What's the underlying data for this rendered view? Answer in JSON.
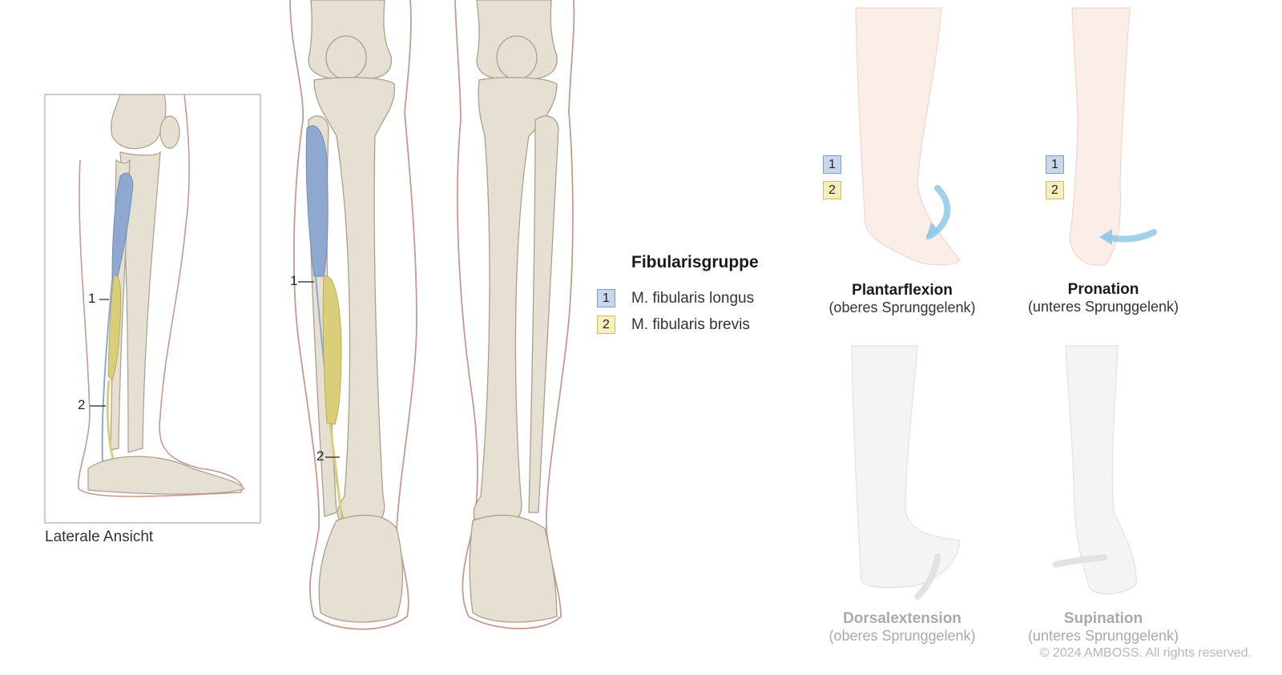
{
  "legend": {
    "title": "Fibularisgruppe",
    "items": [
      {
        "number": "1",
        "label": "M. fibularis longus",
        "color": "#c8d7ec"
      },
      {
        "number": "2",
        "label": "M. fibularis brevis",
        "color": "#f5efbd"
      }
    ]
  },
  "lateral_view": {
    "caption": "Laterale Ansicht",
    "marker_1": "1",
    "marker_2": "2"
  },
  "front_view": {
    "marker_1": "1",
    "marker_2": "2"
  },
  "motions": [
    {
      "title": "Plantarflexion",
      "subtitle": "(oberes Sprunggelenk)",
      "active": true,
      "badges": [
        "1",
        "2"
      ]
    },
    {
      "title": "Pronation",
      "subtitle": "(unteres Sprunggelenk)",
      "active": true,
      "badges": [
        "1",
        "2"
      ]
    },
    {
      "title": "Dorsalextension",
      "subtitle": "(oberes Sprunggelenk)",
      "active": false
    },
    {
      "title": "Supination",
      "subtitle": "(unteres Sprunggelenk)",
      "active": false
    }
  ],
  "copyright": "© 2024 AMBOSS. All rights reserved.",
  "colors": {
    "bone": "#e6e0d3",
    "bone_stroke": "#a99f8d",
    "skin_stroke": "#c69a8e",
    "muscle_longus": "#8fa8d0",
    "muscle_brevis": "#d9cf7a",
    "arrow": "#8fc8e6"
  }
}
